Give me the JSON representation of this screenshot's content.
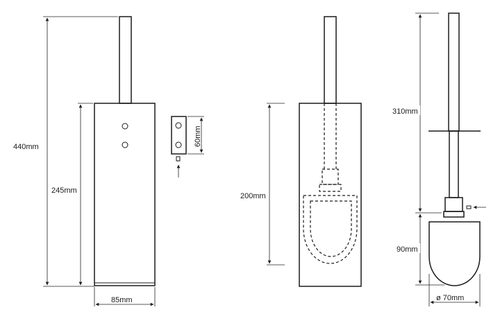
{
  "dimensions": {
    "total_height": "440mm",
    "body_height": "245mm",
    "body_width": "85mm",
    "bracket_height": "60mm",
    "inner_depth": "200mm",
    "brush_handle": "310mm",
    "brush_head": "90mm",
    "brush_diameter": "ø 70mm"
  },
  "colors": {
    "line": "#1a1a1a",
    "background": "#ffffff"
  }
}
